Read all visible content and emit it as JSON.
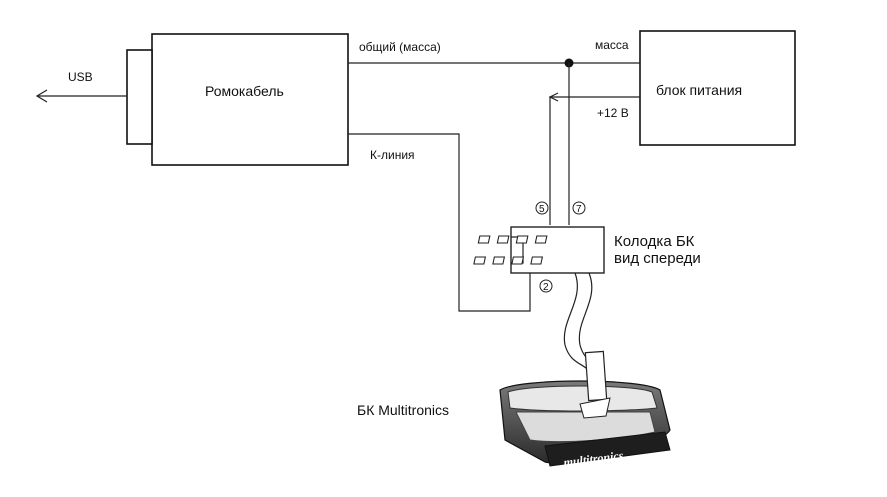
{
  "labels": {
    "romocable": "Ромокабель",
    "usb": "USB",
    "power_block": "блок питания",
    "common_ground": "общий (масса)",
    "ground": "масса",
    "plus12": "+12 В",
    "k_line": "К-линия",
    "connector_title_1": "Колодка БК",
    "connector_title_2": "вид спереди",
    "pin5": "5",
    "pin7": "7",
    "pin2": "2",
    "bk_device": "БК Multitronics",
    "device_brand": "multitronics"
  }
}
